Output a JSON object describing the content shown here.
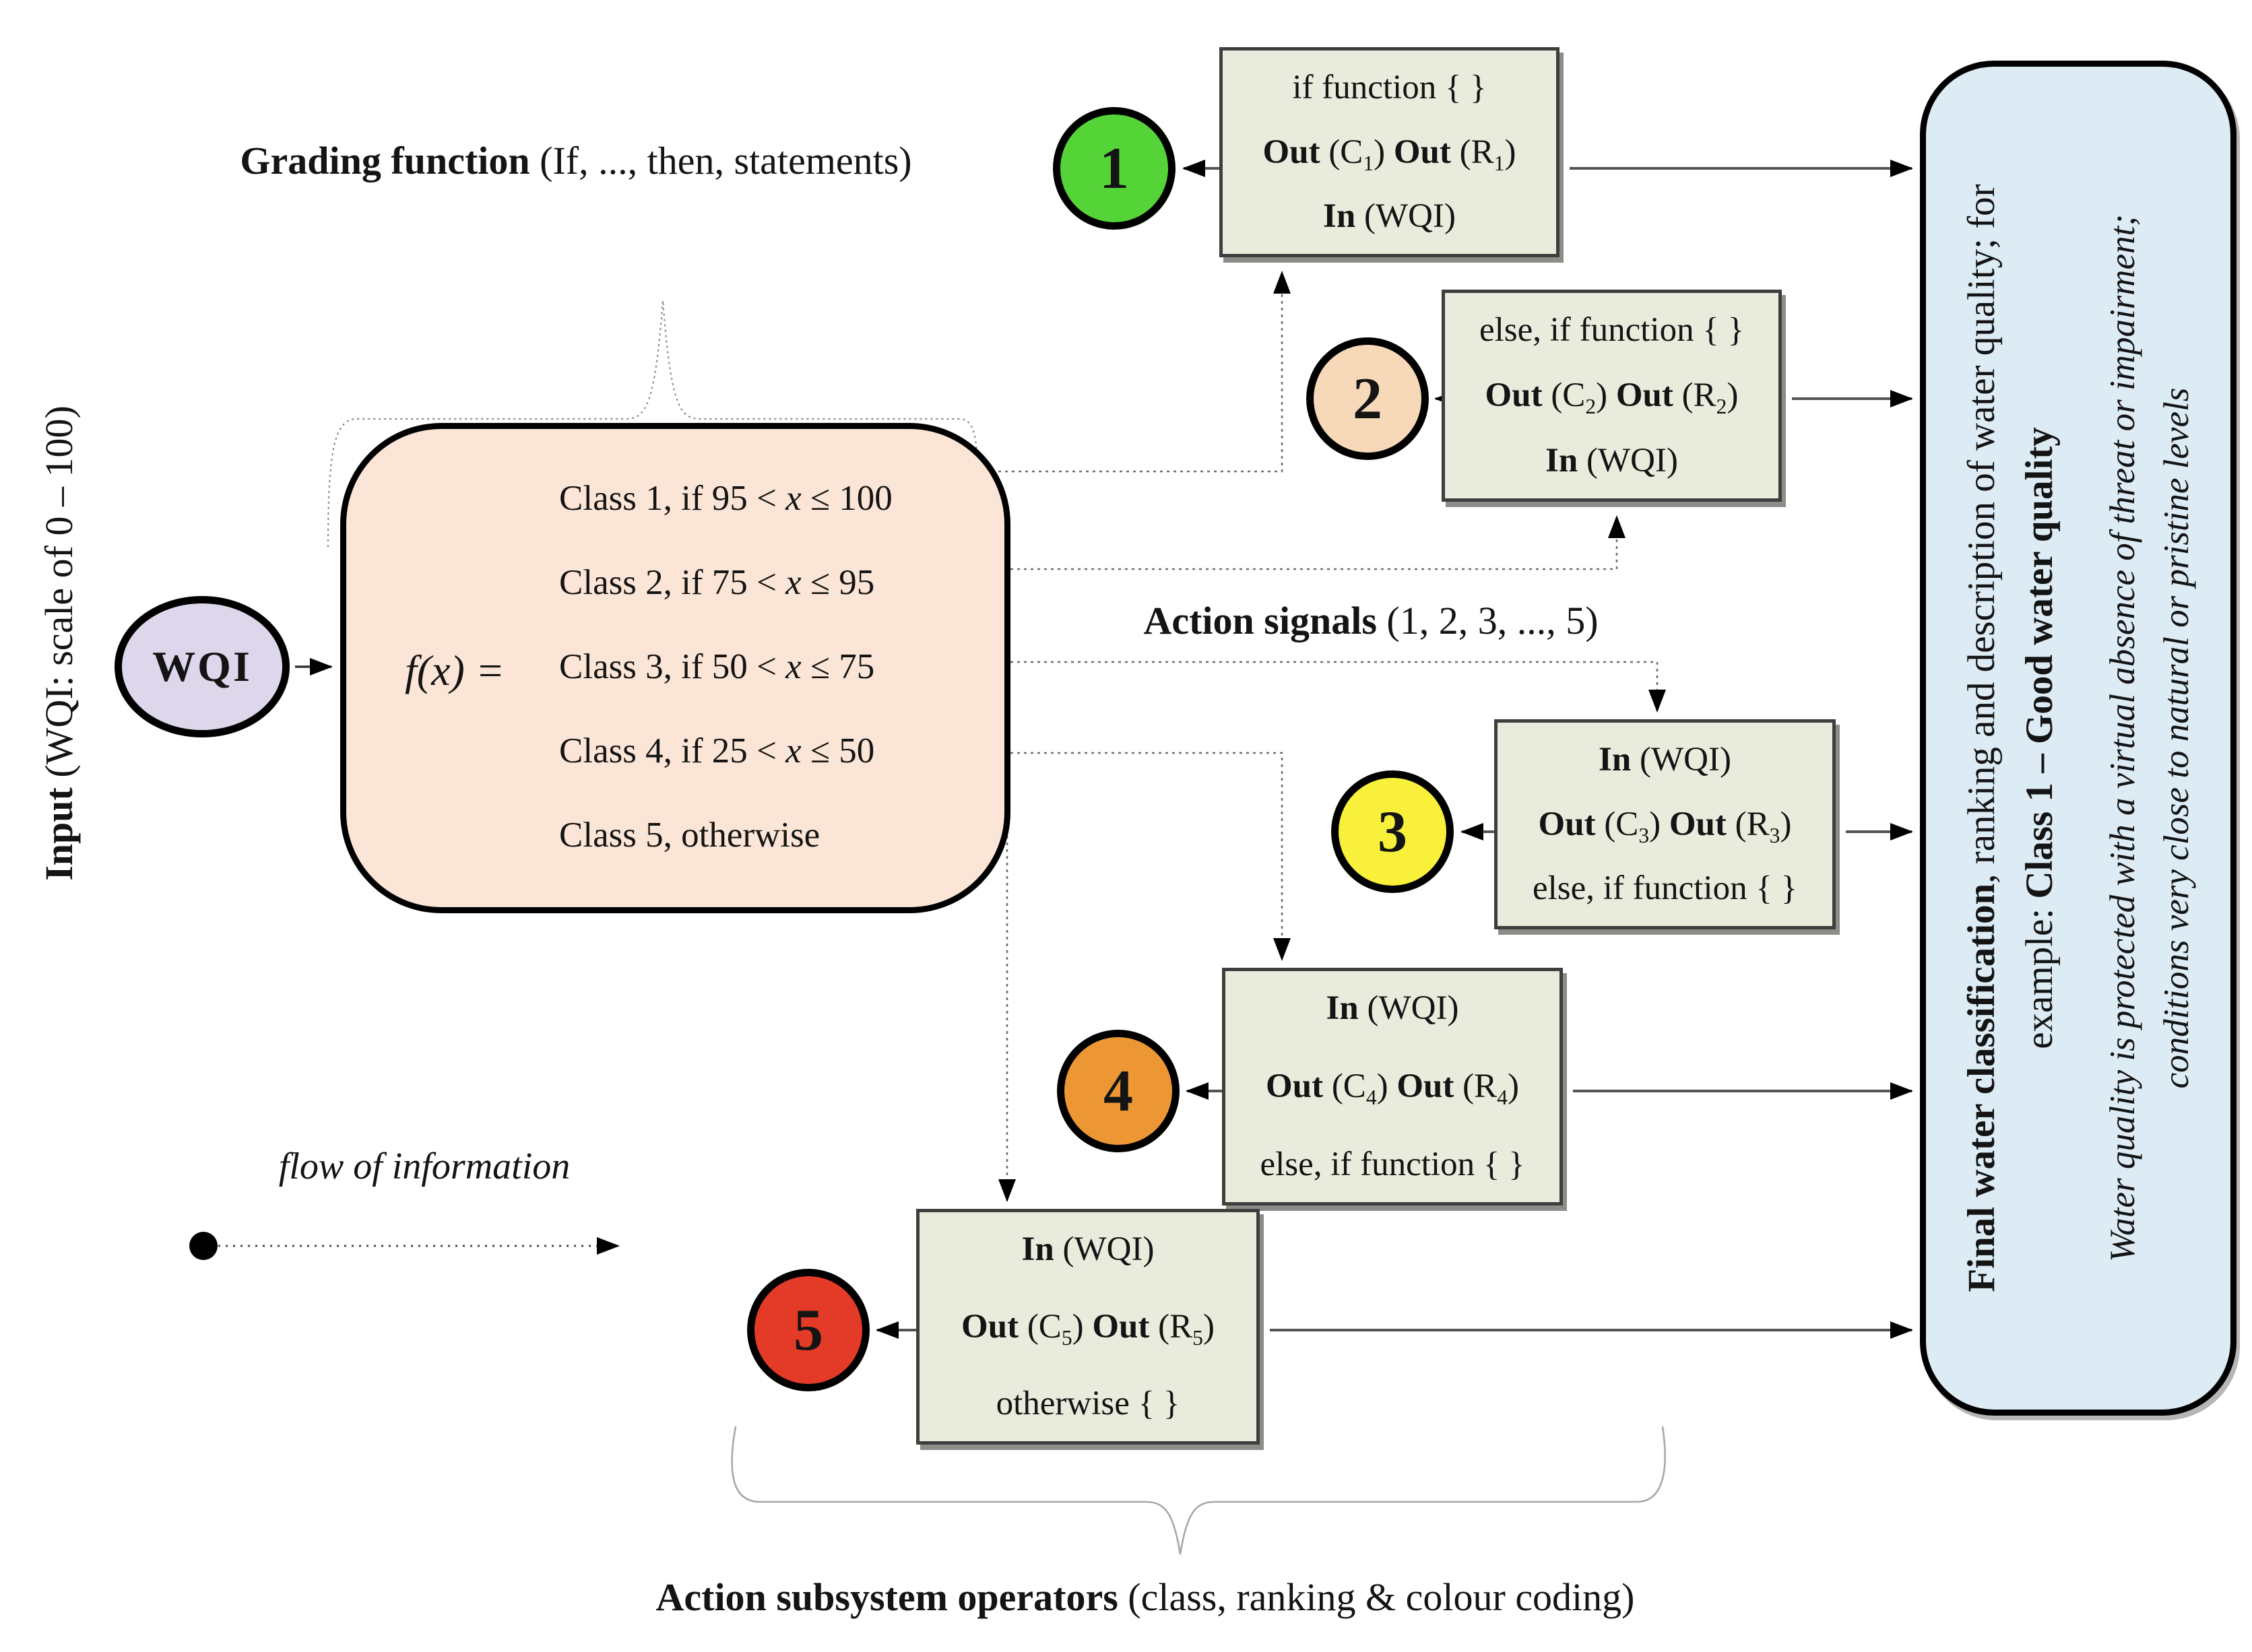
{
  "colors": {
    "grading_box_bg": "#fbe5d6",
    "operator_box_bg": "#e9ecdc",
    "result_box_bg": "#dcebf4",
    "wqi_node_bg": "#ded7ec",
    "circle1": "#55d438",
    "circle2": "#f7d9ba",
    "circle3": "#f9f03c",
    "circle4": "#ec9733",
    "circle5": "#e33b27"
  },
  "headings": {
    "grading": [
      {
        "t": "Grading function",
        "b": 1
      },
      {
        "t": " (If, ..., then, statements)"
      }
    ],
    "action_signals": [
      {
        "t": "Action signals",
        "b": 1
      },
      {
        "t": " (1, 2, 3, ..., 5)"
      }
    ],
    "action_subsystem": [
      {
        "t": "Action subsystem operators",
        "b": 1
      },
      {
        "t": " (class, ranking & colour coding)"
      }
    ],
    "input_label": [
      {
        "t": "Input",
        "b": 1
      },
      {
        "t": " (WQI: scale of 0 – 100)"
      }
    ],
    "flow_label": "flow of information"
  },
  "input_node": {
    "label": "WQI"
  },
  "grading_function": {
    "fx": [
      {
        "t": "f",
        "i": 1
      },
      {
        "t": "("
      },
      {
        "t": "x",
        "i": 1
      },
      {
        "t": ") = "
      }
    ],
    "cases": [
      [
        {
          "t": "Class 1, if 95 < "
        },
        {
          "t": "x",
          "i": 1
        },
        {
          "t": " ≤ 100"
        }
      ],
      [
        {
          "t": "Class 2, if 75 < "
        },
        {
          "t": "x",
          "i": 1
        },
        {
          "t": " ≤ 95"
        }
      ],
      [
        {
          "t": "Class 3, if 50 < "
        },
        {
          "t": "x",
          "i": 1
        },
        {
          "t": " ≤ 75"
        }
      ],
      [
        {
          "t": "Class 4, if 25 < "
        },
        {
          "t": "x",
          "i": 1
        },
        {
          "t": " ≤ 50"
        }
      ],
      [
        {
          "t": "Class 5, otherwise"
        }
      ]
    ]
  },
  "action_operators": [
    {
      "number": "1",
      "color": "#55d438",
      "rows": [
        [
          {
            "t": "if function { }"
          }
        ],
        [
          {
            "t": "Out",
            "b": 1
          },
          {
            "t": " (C"
          },
          {
            "t": "1",
            "sub": 1
          },
          {
            "t": ")  "
          },
          {
            "t": "Out",
            "b": 1
          },
          {
            "t": " (R"
          },
          {
            "t": "1",
            "sub": 1
          },
          {
            "t": ")"
          }
        ],
        [
          {
            "t": "In",
            "b": 1
          },
          {
            "t": " (WQI)"
          }
        ]
      ]
    },
    {
      "number": "2",
      "color": "#f7d9ba",
      "rows": [
        [
          {
            "t": "else, if function { }"
          }
        ],
        [
          {
            "t": "Out",
            "b": 1
          },
          {
            "t": " (C"
          },
          {
            "t": "2",
            "sub": 1
          },
          {
            "t": ")   "
          },
          {
            "t": "Out",
            "b": 1
          },
          {
            "t": " (R"
          },
          {
            "t": "2",
            "sub": 1
          },
          {
            "t": ")"
          }
        ],
        [
          {
            "t": "In",
            "b": 1
          },
          {
            "t": " (WQI)"
          }
        ]
      ]
    },
    {
      "number": "3",
      "color": "#f9f03c",
      "rows": [
        [
          {
            "t": "In",
            "b": 1
          },
          {
            "t": " (WQI)"
          }
        ],
        [
          {
            "t": "Out",
            "b": 1
          },
          {
            "t": " (C"
          },
          {
            "t": "3",
            "sub": 1
          },
          {
            "t": ")   "
          },
          {
            "t": "Out",
            "b": 1
          },
          {
            "t": " (R"
          },
          {
            "t": "3",
            "sub": 1
          },
          {
            "t": ")"
          }
        ],
        [
          {
            "t": "else, if function { }"
          }
        ]
      ]
    },
    {
      "number": "4",
      "color": "#ec9733",
      "rows": [
        [
          {
            "t": "In",
            "b": 1
          },
          {
            "t": " (WQI)"
          }
        ],
        [
          {
            "t": "Out",
            "b": 1
          },
          {
            "t": " (C"
          },
          {
            "t": "4",
            "sub": 1
          },
          {
            "t": ")  "
          },
          {
            "t": "Out",
            "b": 1
          },
          {
            "t": " (R"
          },
          {
            "t": "4",
            "sub": 1
          },
          {
            "t": ")"
          }
        ],
        [
          {
            "t": "else, if function { }"
          }
        ]
      ]
    },
    {
      "number": "5",
      "color": "#e33b27",
      "rows": [
        [
          {
            "t": "In",
            "b": 1
          },
          {
            "t": " (WQI)"
          }
        ],
        [
          {
            "t": "Out",
            "b": 1
          },
          {
            "t": " (C"
          },
          {
            "t": "5",
            "sub": 1
          },
          {
            "t": ")     "
          },
          {
            "t": "Out",
            "b": 1
          },
          {
            "t": " (R"
          },
          {
            "t": "5",
            "sub": 1
          },
          {
            "t": ")"
          }
        ],
        [
          {
            "t": "otherwise { }"
          }
        ]
      ]
    }
  ],
  "result_box": {
    "lines": [
      [
        {
          "t": "Final water classification",
          "b": 1
        },
        {
          "t": ", ranking and description of water quality; for"
        }
      ],
      [
        {
          "t": "example: "
        },
        {
          "t": "Class 1 – Good water quality",
          "b": 1
        }
      ],
      [
        {
          "t": "Water quality is protected with a virtual absence of threat or impairment;",
          "i": 1
        }
      ],
      [
        {
          "t": "conditions very close to natural or pristine levels",
          "i": 1
        }
      ]
    ]
  }
}
